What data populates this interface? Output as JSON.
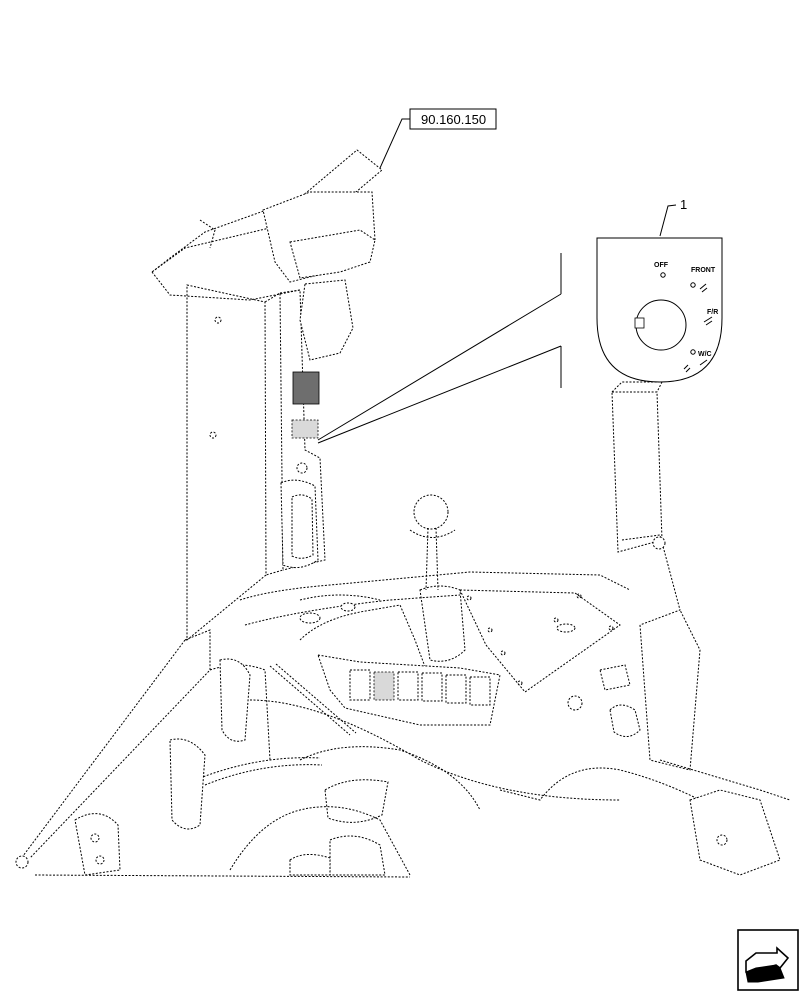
{
  "reference_label": "90.160.150",
  "callout_number": "1",
  "panel_labels": {
    "off": "OFF",
    "front": "FRONT",
    "fr": "F/R",
    "wc": "W/C"
  },
  "nav_icon": "next-page-arrow-icon"
}
